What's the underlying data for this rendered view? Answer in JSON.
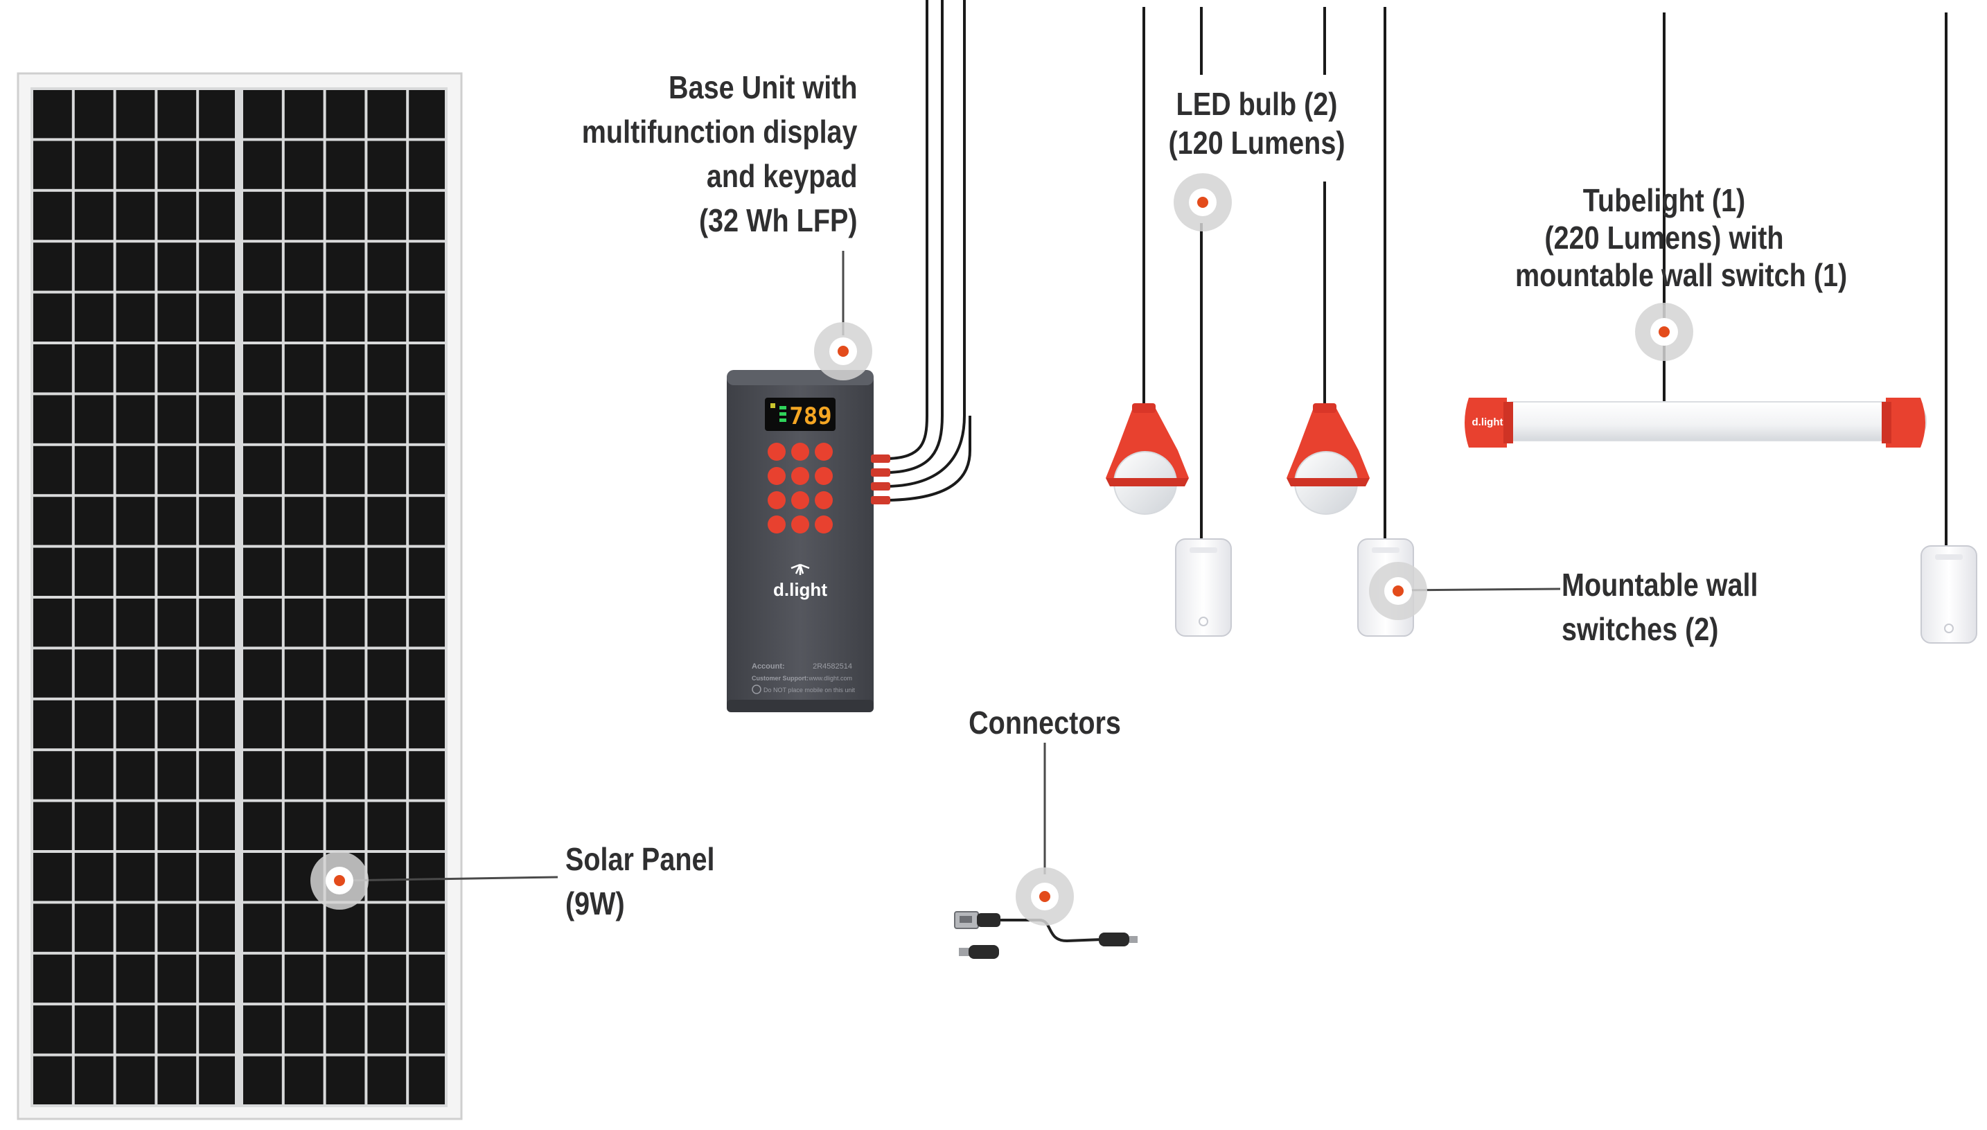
{
  "labels": {
    "base_unit": [
      "Base Unit with",
      "multifunction display",
      "and keypad",
      "(32 Wh LFP)"
    ],
    "led_bulb": [
      "LED bulb (2)",
      "(120 Lumens)"
    ],
    "tubelight": [
      "Tubelight (1)",
      "(220 Lumens) with",
      "mountable wall switch (1)"
    ],
    "wall_switches": [
      "Mountable wall",
      "switches (2)"
    ],
    "connectors": [
      "Connectors"
    ],
    "solar_panel": [
      "Solar Panel",
      "(9W)"
    ]
  },
  "base_unit_device": {
    "display_value": "789",
    "brand": "d.light",
    "account_label": "Account:",
    "account_number": "2R4582514",
    "support_label": "Customer Support:",
    "support_site": "www.dlight.com",
    "warning": "Do NOT place mobile on this unit"
  },
  "tubelight_device": {
    "brand": "d.light"
  },
  "colors": {
    "accent_red": "#e8412f",
    "hotspot_dot": "#e34b1b",
    "hotspot_ring": "#d4d4d4",
    "panel_cell": "#161616",
    "unit_body": "#4c4e54",
    "label_text": "#2f2f30"
  },
  "icons": [
    "hotspot-marker",
    "d-light-logo",
    "usb-plug-icon",
    "micro-usb-plug-icon"
  ]
}
